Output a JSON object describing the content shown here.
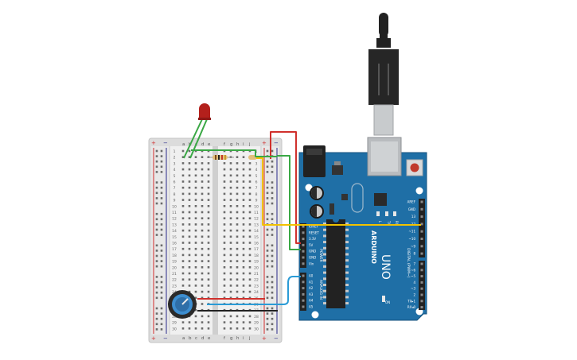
{
  "breadboard": {
    "top_letters": [
      "a",
      "b",
      "c",
      "d",
      "e",
      "f",
      "g",
      "h",
      "i",
      "j"
    ],
    "bottom_letters": [
      "a",
      "b",
      "c",
      "d",
      "e",
      "f",
      "g",
      "h",
      "i",
      "j"
    ],
    "rail_plus": "+",
    "rail_minus": "−",
    "row_numbers": [
      "1",
      "2",
      "3",
      "4",
      "5",
      "6",
      "7",
      "8",
      "9",
      "10",
      "11",
      "12",
      "13",
      "14",
      "15",
      "16",
      "17",
      "18",
      "19",
      "20",
      "21",
      "22",
      "23",
      "24",
      "25",
      "26",
      "27",
      "28",
      "29",
      "30"
    ]
  },
  "arduino": {
    "brand": "ARDUINO",
    "model": "UNO",
    "power_header_label": "POWER",
    "analog_header_label": "ANALOG IN",
    "digital_header_label": "DIGITAL (PWM~)",
    "power_pins": [
      "IOREF",
      "RESET",
      "3.3V",
      "5V",
      "GND",
      "GND",
      "Vin"
    ],
    "analog_pins": [
      "A0",
      "A1",
      "A2",
      "A3",
      "A4",
      "A5"
    ],
    "digital_pins_top": [
      "AREF",
      "GND",
      "13",
      "12",
      "~11",
      "~10",
      "~9",
      "8"
    ],
    "digital_pins_bottom": [
      "7",
      "~6",
      "~5",
      "4",
      "~3",
      "2",
      "TX▸1",
      "RX◂0"
    ],
    "led_labels": [
      "L",
      "TX",
      "RX"
    ],
    "on_label": "ON"
  },
  "colors": {
    "board_blue": "#1f6fa6",
    "wire_red": "#d0312d",
    "wire_green": "#3aa845",
    "wire_yellow": "#f2c200",
    "wire_blue": "#2a9bd6",
    "wire_black": "#222222",
    "led_red": "#b3201c"
  }
}
